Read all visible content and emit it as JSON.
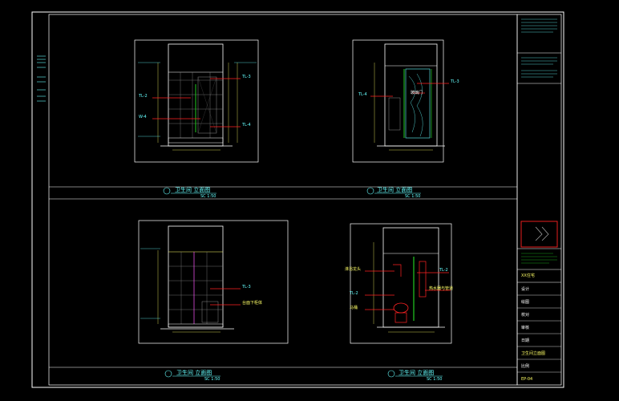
{
  "drawing": {
    "views": [
      {
        "title": "卫生间 立面图",
        "scale": "SC 1:50",
        "left_tag": "TL-2",
        "right_tag": "TL-3",
        "left_tag2": "W-4",
        "right_tag2": "TL-4"
      },
      {
        "title": "卫生间 立面图",
        "scale": "SC 1:50",
        "right_tag": "TL-3",
        "left_tag": "TL-4",
        "callout": "玻璃门"
      },
      {
        "title": "卫生间 立面图",
        "scale": "SC 1:50",
        "right_tag": "TL-3",
        "note": "台面下柜体"
      },
      {
        "title": "卫生间 立面图",
        "scale": "SC 1:50",
        "left_notes": [
          "淋浴龙头",
          "TL-2",
          "马桶"
        ],
        "right_tag": "TL-2",
        "right_note": "热水器与管道"
      }
    ],
    "title_block": {
      "project": "XX住宅",
      "sheet_name": "卫生间立面图",
      "drawing_no": "EP-04",
      "rows": [
        "设计",
        "绘图",
        "校对",
        "审核",
        "日期",
        "比例"
      ]
    }
  },
  "colors": {
    "frame": "#ffffff",
    "cyan": "#66ffff",
    "red": "#ff2222",
    "green": "#22cc22",
    "yellow": "#ffff55",
    "magenta": "#ff55ff"
  }
}
